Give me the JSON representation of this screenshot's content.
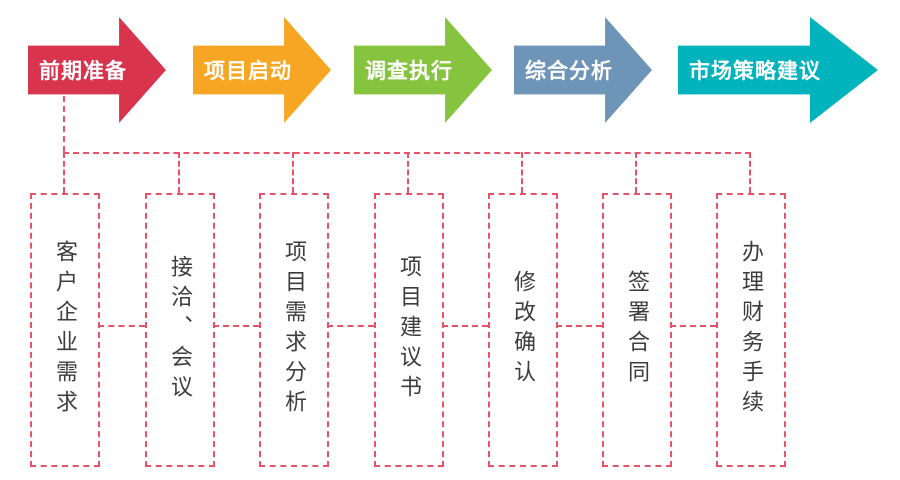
{
  "stages": [
    {
      "label": "前期准备",
      "color": "#d8344e"
    },
    {
      "label": "项目启动",
      "color": "#f6a623"
    },
    {
      "label": "调查执行",
      "color": "#86c440"
    },
    {
      "label": "综合分析",
      "color": "#6e94b7"
    },
    {
      "label": "市场策略建议",
      "color": "#00b3bc"
    }
  ],
  "steps": [
    {
      "label": "客户企业需求"
    },
    {
      "label": "接洽、会议"
    },
    {
      "label": "项目需求分析"
    },
    {
      "label": "项目建议书"
    },
    {
      "label": "修改确认"
    },
    {
      "label": "签署合同"
    },
    {
      "label": "办理财务手续"
    }
  ],
  "colors": {
    "connector": "#e8536a",
    "step_text": "#3d3d3d",
    "stage_text": "#ffffff"
  }
}
